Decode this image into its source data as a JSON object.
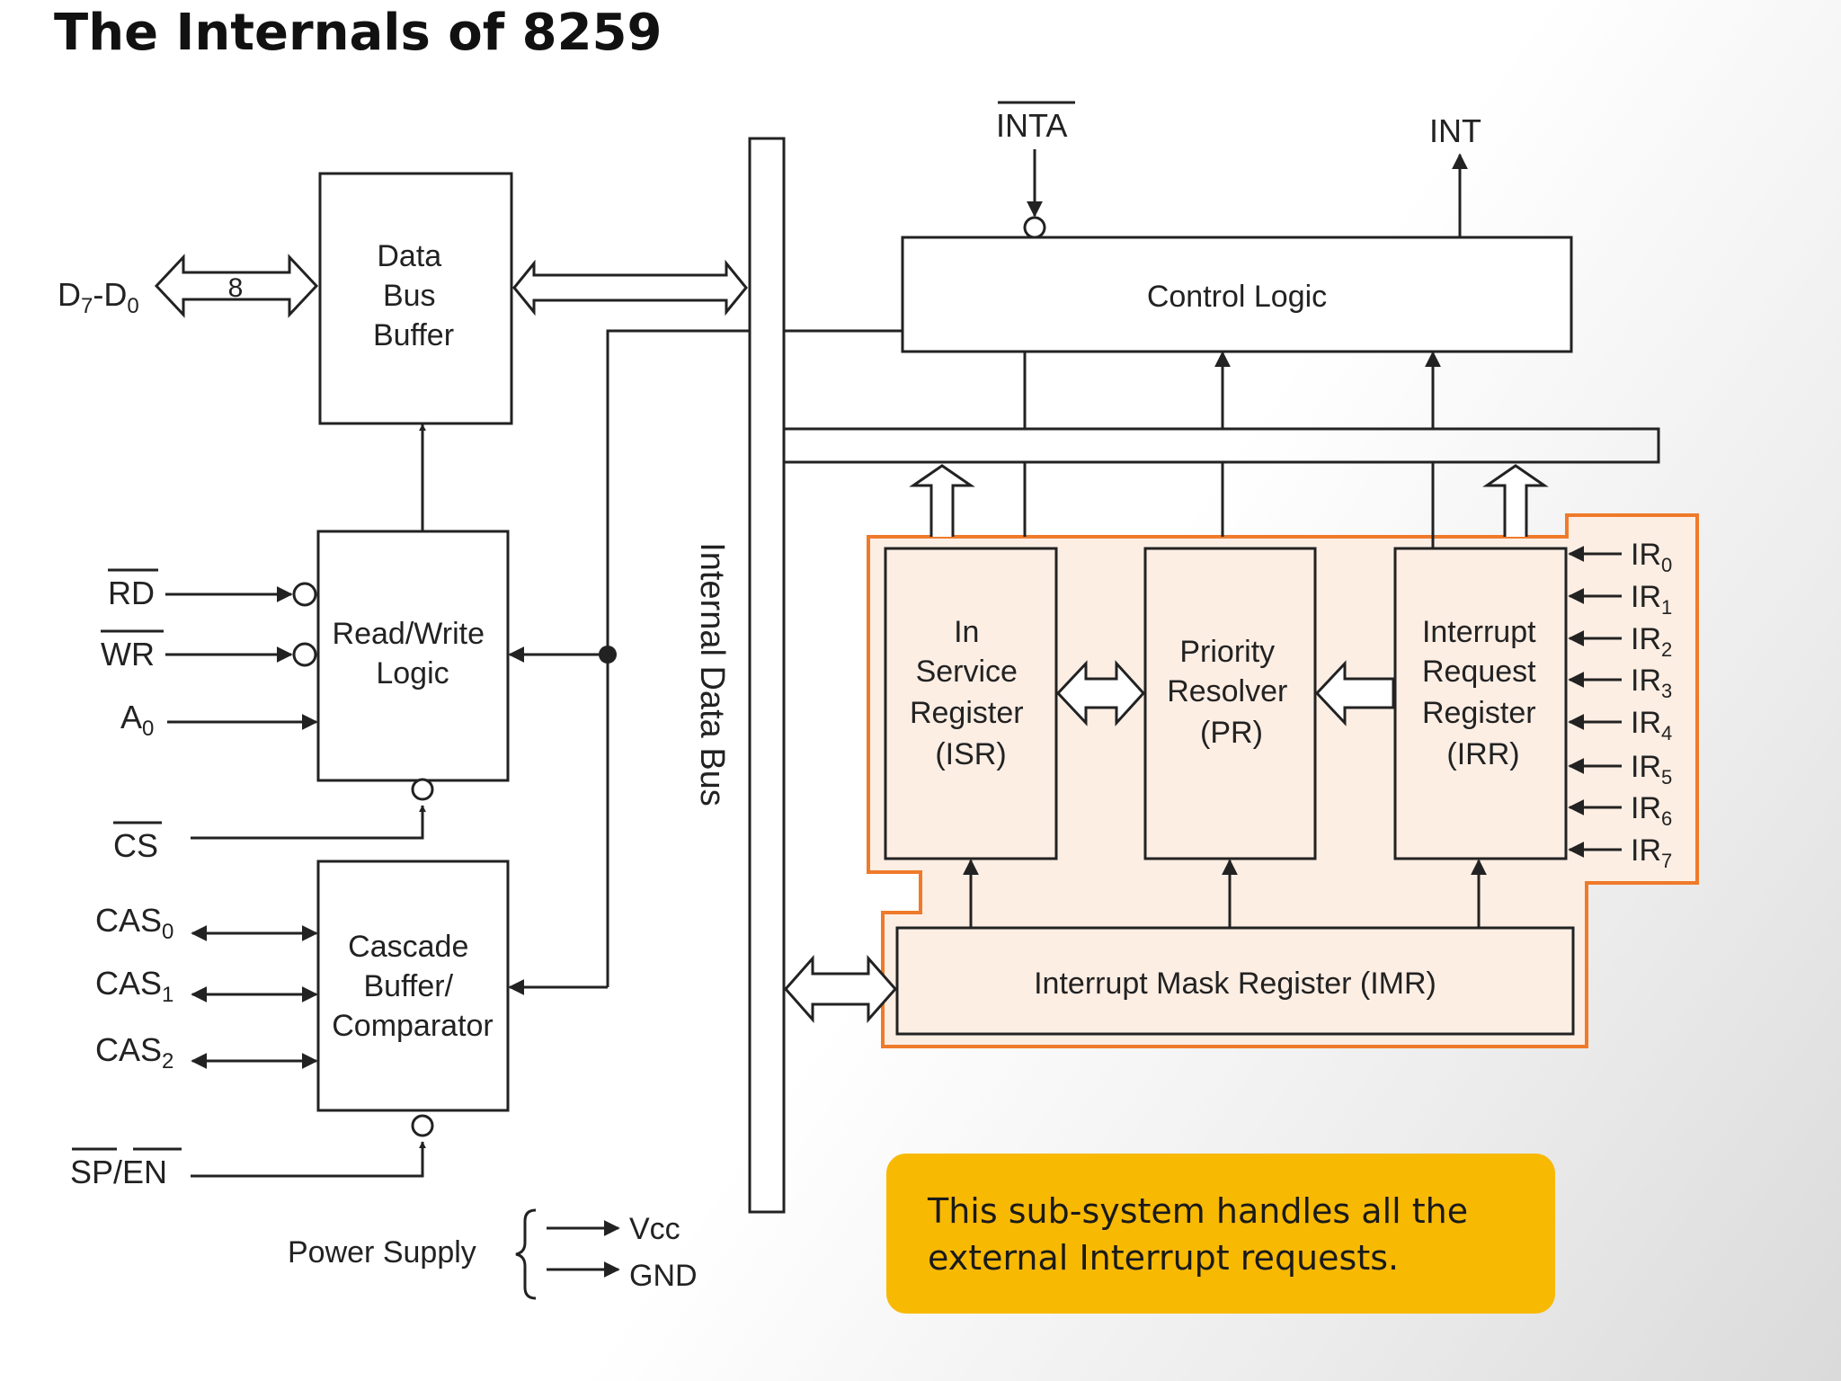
{
  "title": "The Internals of 8259",
  "blocks": {
    "data_bus_buffer": [
      "Data",
      "Bus",
      "Buffer"
    ],
    "read_write_logic": [
      "Read/Write",
      "Logic"
    ],
    "cascade_buffer": [
      "Cascade",
      "Buffer/",
      "Comparator"
    ],
    "control_logic": "Control Logic",
    "isr": [
      "In",
      "Service",
      "Register",
      "(ISR)"
    ],
    "pr": [
      "Priority",
      "Resolver",
      "(PR)"
    ],
    "irr": [
      "Interrupt",
      "Request",
      "Register",
      "(IRR)"
    ],
    "imr": "Interrupt Mask Register (IMR)"
  },
  "bus_label": "Internal Data Bus",
  "pins": {
    "data": {
      "base": "D",
      "sub1": "7",
      "sep": "-D",
      "sub2": "0"
    },
    "bus_width": "8",
    "rd": "RD",
    "wr": "WR",
    "a0": {
      "base": "A",
      "sub": "0"
    },
    "cs": "CS",
    "cas": [
      {
        "base": "CAS",
        "sub": "0"
      },
      {
        "base": "CAS",
        "sub": "1"
      },
      {
        "base": "CAS",
        "sub": "2"
      }
    ],
    "sp_en": {
      "sp": "SP",
      "sep": "/",
      "en": "EN"
    },
    "inta": "INTA",
    "int": "INT",
    "ir": [
      {
        "base": "IR",
        "sub": "0"
      },
      {
        "base": "IR",
        "sub": "1"
      },
      {
        "base": "IR",
        "sub": "2"
      },
      {
        "base": "IR",
        "sub": "3"
      },
      {
        "base": "IR",
        "sub": "4"
      },
      {
        "base": "IR",
        "sub": "5"
      },
      {
        "base": "IR",
        "sub": "6"
      },
      {
        "base": "IR",
        "sub": "7"
      }
    ]
  },
  "power": {
    "label": "Power Supply",
    "vcc": "Vcc",
    "gnd": "GND"
  },
  "callout": [
    "This sub-system handles all the",
    "external Interrupt requests."
  ],
  "colors": {
    "highlight_fill": "#fdeee4",
    "highlight_border": "#ef7a2a",
    "callout_bg": "#f8b903"
  }
}
